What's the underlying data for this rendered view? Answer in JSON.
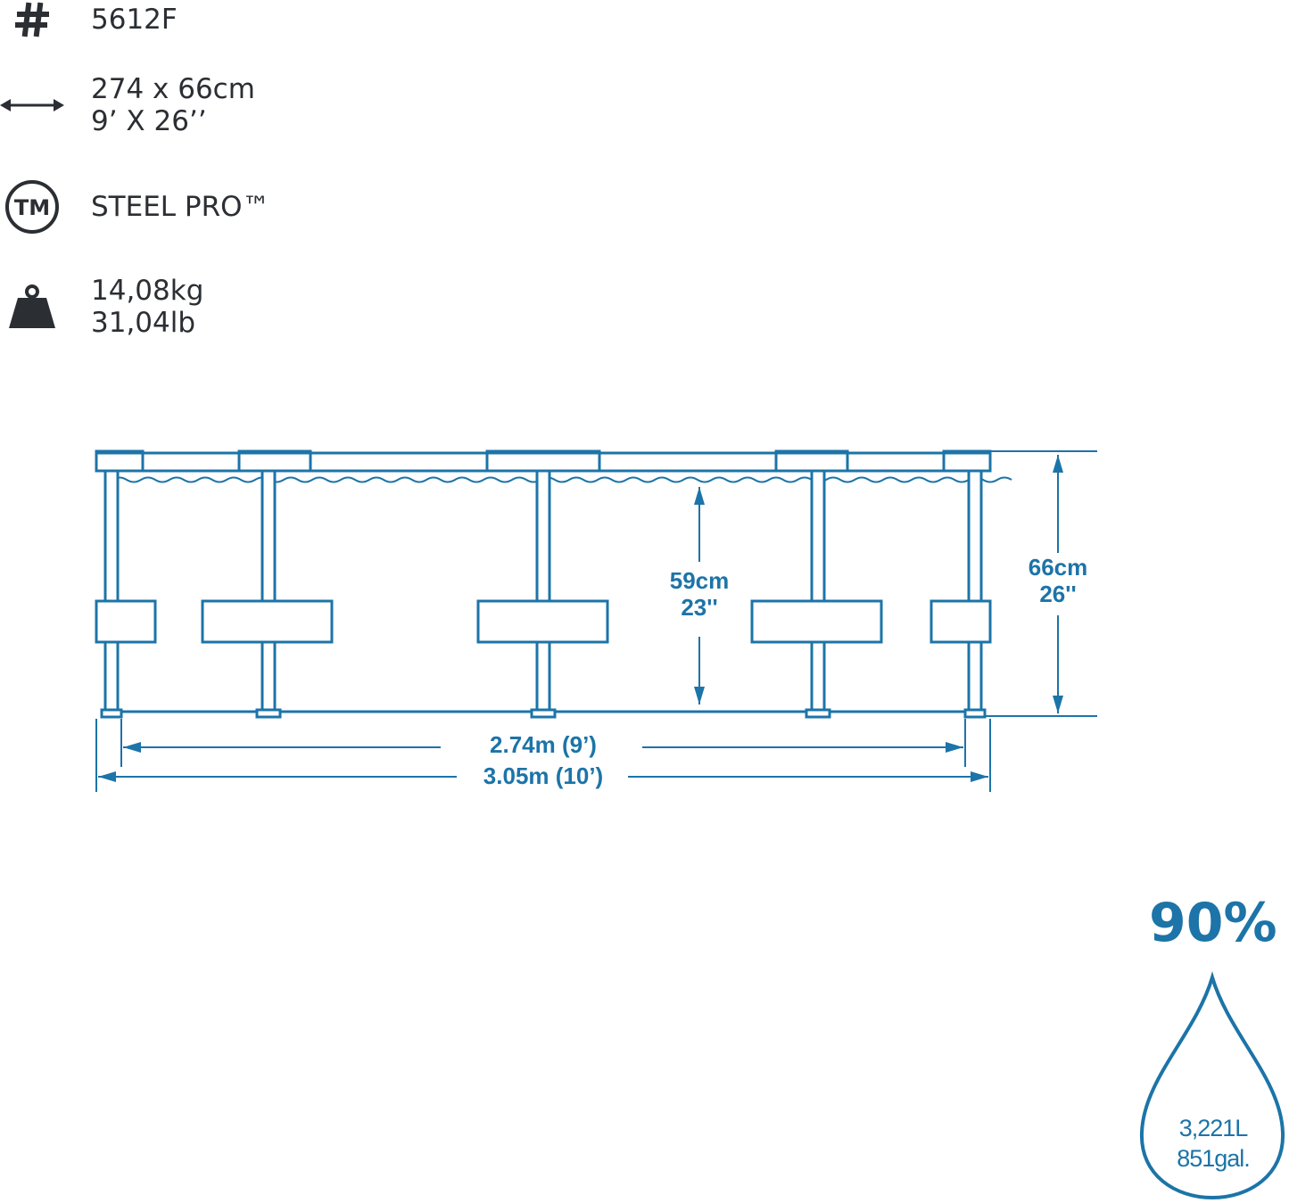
{
  "specs": {
    "model": {
      "icon": "hash-icon",
      "value": "5612F"
    },
    "size": {
      "icon": "double-arrow-icon",
      "metric": "274 x 66cm",
      "imperial": "9’ X 26’’"
    },
    "brand": {
      "icon": "trademark-icon",
      "value": "STEEL PRO™"
    },
    "weight": {
      "icon": "weight-icon",
      "metric": "14,08kg",
      "imperial": "31,04lb"
    }
  },
  "diagram": {
    "water_depth": {
      "cm": "59cm",
      "in": "23''"
    },
    "wall_height": {
      "cm": "66cm",
      "in": "26''"
    },
    "inner_width": "2.74m (9’)",
    "outer_width": "3.05m (10’)"
  },
  "capacity": {
    "fill_percent": "90%",
    "liters": "3,221L",
    "gallons": "851gal."
  },
  "colors": {
    "accent": "#1c74a8",
    "text": "#2b2e33"
  }
}
